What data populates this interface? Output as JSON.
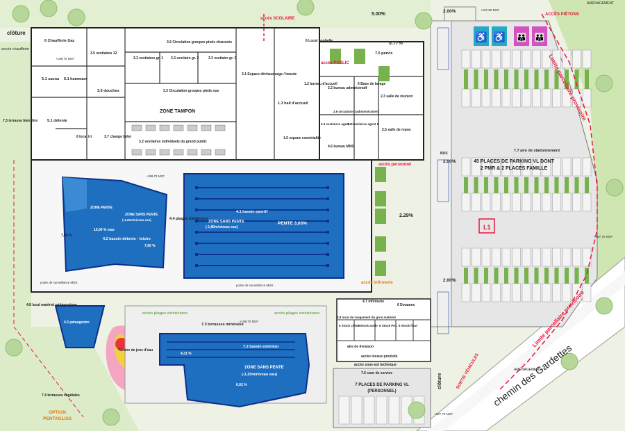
{
  "labels": {
    "cloture_top": "clôture",
    "chaufferie_ext": "accès chaufferie",
    "gaz": "6 Chaufferie Gaz",
    "vest_12": "3.5 vestiaires 12",
    "circ_groupes": "3.6 Circulation groupes pieds chaussés",
    "vest_groupes1": "3.3 vestiaires gr. 1",
    "vest_groupes2": "3.3 vestiaire gr. 2",
    "vest_groupes3": "3.3 vestiaire gr. 3",
    "espace_dechauss": "3.1 Espace déchaussage / beaute",
    "circ_pieds_nus": "3.3 Circulation groupes pieds nus",
    "zone_tampon": "ZONE TAMPON",
    "vest_indiv": "3.2 vestiaires individuels du grand public",
    "sauna": "5.1 sauna",
    "hammam": "5.1 hammam",
    "douches": "3.6 douches",
    "detente": "5.1 détente",
    "terrasse_bien_etre": "7.3 terrasse bien être",
    "local_tri": "6 local tri",
    "change_bebe": "3.7 change bébé",
    "hall": "1.3 hall d'accueil",
    "espace_convivial": "1.5 espace convivialité",
    "acces_scolaire": "accès SCOLAIRE",
    "acces_public": "accès PUBLIC",
    "local_poubelle": "6 Local poubelle",
    "bureau_accueil": "1.2 bureau d'accueil",
    "bureau_admin": "2.2 bureau administratif",
    "base_lavage": "6 Base de lavage",
    "salle_reunion": "2.3 salle de réunion",
    "circ_admin": "2.6 circulation (administrative)",
    "vest_agents_f": "2.4 vestiaires agent F",
    "vest_agents_h": "2.4 vestiaires agent H",
    "salle_repos": "2.5 salle de repos",
    "bureau_mns": "4.6 bureau MNS",
    "parvis": "7.5 parvis",
    "pct_077": "0.77%",
    "pct_500": "5.00%",
    "pct_200_a": "2.00%",
    "pct_200_b": "2.00%",
    "pct_200_c": "2.00%",
    "pct_229": "2.29%",
    "acces_pietons": "ACCÈS PIÉTONS",
    "amenagement_top": "AMÉNAGEMENT",
    "amenagement_bot": "AMÉNAGEMENT",
    "acces_personnel": "accès personnel",
    "bus": "BUS",
    "aire_stat": "7.7 aire de stationnement",
    "parking_line1": "45 PLACES DE PARKING VL DONT",
    "parking_line2": "2 PMR & 2 PLACES FAMILLE",
    "l1": "L1",
    "limite_1": "Limite parcellaire provisoire",
    "limite_2": "Limite parcellaire provisoire",
    "bassin_sportif": "4.1 bassin sportif",
    "zone_sans_pente_1": "ZONE SANS PENTE",
    "zone_sans_pente_1b": "(-1,80m/niveau eau)",
    "pente": "PENTE 3,03%",
    "bassin_ludique": "4.2 bassin détente - loisirs",
    "zone_sans_pente_2": "ZONE SANS PENTE",
    "zone_sans_pente_2b": "(-1,20m/niveau eau)",
    "zone_pente": "ZONE PENTE",
    "plages": "4.4 plages intérieures",
    "poste_surv_1": "poste de surveillance MNS",
    "poste_surv_2": "poste de surveillance MNS",
    "pct_1000": "10,00 % max",
    "pct_780": "7,80 %",
    "pct_790": "7,90 %",
    "acces_infirmerie": "accès infirmerie",
    "infirmerie": "4.7 infirmerie",
    "douanes": "6 Douanes",
    "local_pedago": "4.8 local matériel pédagogique",
    "pataugeoire": "4.3 pataugeoire",
    "local_rangement": "4.8 local de rangement du gros matériel",
    "acces_plages_1": "accès plages extérieures",
    "acces_plages_2": "accès plages extérieures",
    "terrasses_min": "7.3 terrasses minérales",
    "aire_jeux": "7.1 aire de jeux d'eau",
    "bassin_ext": "7.2 bassin extérieur",
    "zone_sans_pente_3": "ZONE SANS PENTE",
    "zone_sans_pente_3b": "(-1,20m/niveau eau)",
    "pct_431": "4.31 %",
    "pct_602": "6.02 %",
    "stock_chlore": "6 Stock chlore",
    "stock_acide": "6 Stock acide",
    "stock_pac": "6 Stock PAC",
    "stock_fioul": "6 Stock fioul",
    "acces_locaux": "accès locaux produits",
    "aire_livraison": "aire de livraison",
    "acces_sous_sol": "accès sous-sol technique",
    "cour_service": "7.6 cour de service",
    "parking_perso_1": "7 PLACES DE PARKING VL",
    "parking_perso_2": "(PERSONNEL)",
    "terrasses_veg": "7.4 terrasses végétales",
    "option_1": "OPTION",
    "option_2": "PENTAGLISS",
    "cloture_bot": "clôture",
    "sortie_vehicules": "SORTIE VÉHICULES",
    "chemin": "chemin des Gardettes",
    "niv_1": "+197,80 NGF",
    "niv_2": "+198,70 NGF",
    "niv_3": "+198,70 NGF",
    "niv_4": "+197,70 NGF",
    "niv_5": "+198,70 NGF",
    "niv_6": "+197,70 NGF"
  },
  "colors": {
    "pool": "#1f6fc0",
    "pool_deep": "#1a5aa8",
    "lane": "#0d2e8a",
    "green": "#77b24d",
    "grass": "#dbeac6",
    "pmr": "#26a9c9",
    "family": "#d64fc3",
    "red": "#e8163c",
    "orange": "#e87a10",
    "play_red": "#e8323c",
    "play_yellow": "#f2d23a",
    "play_pink": "#f4a6c1"
  },
  "icons": [
    "pmr-icon",
    "pmr-icon",
    "family-icon",
    "family-icon",
    "tree-icon",
    "arrow-down-icon"
  ]
}
